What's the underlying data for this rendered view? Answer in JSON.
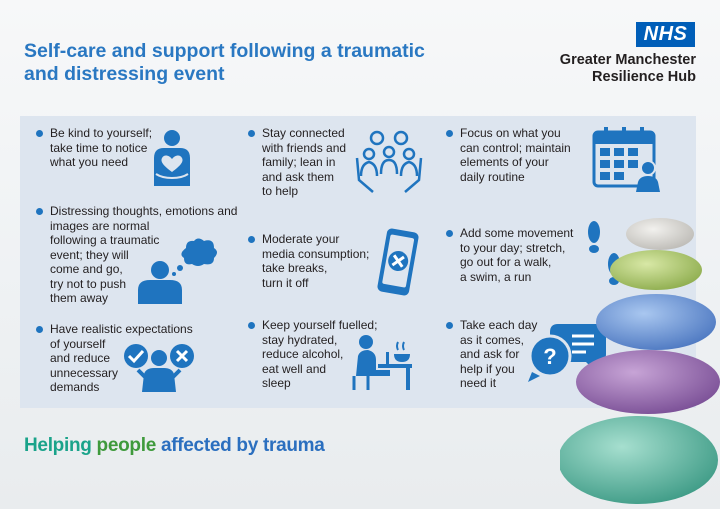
{
  "header": {
    "title": "Self-care and support following a traumatic\nand distressing event",
    "logo_text": "NHS",
    "organisation": "Greater Manchester\nResilience Hub"
  },
  "tips": [
    {
      "text": "Be kind to yourself;\ntake time to notice\nwhat you need",
      "icon": "heart-hands-icon"
    },
    {
      "text": "Stay connected\nwith friends and\nfamily; lean in\nand ask them\nto help",
      "icon": "family-hands-icon"
    },
    {
      "text": "Focus on what you\ncan control; maintain\nelements of your\ndaily routine",
      "icon": "calendar-icon"
    },
    {
      "text": "Distressing thoughts, emotions and\nimages are normal\nfollowing a traumatic\nevent; they will\ncome and go,\ntry not to push\nthem away",
      "icon": "thought-bubble-icon"
    },
    {
      "text": "Moderate your\nmedia consumption;\ntake breaks,\nturn it off",
      "icon": "phone-off-icon"
    },
    {
      "text": "Add some movement\nto your day; stretch,\ngo out for a walk,\na swim, a run",
      "icon": "footprints-icon"
    },
    {
      "text": "Have realistic expectations\nof yourself\nand reduce\nunnecessary\ndemands",
      "icon": "check-cross-icon"
    },
    {
      "text": "Keep yourself fuelled;\nstay hydrated,\nreduce alcohol,\neat well and\nsleep",
      "icon": "person-eating-icon"
    },
    {
      "text": "Take each day\nas it comes,\nand ask for\nhelp if you\nneed it",
      "icon": "question-chat-icon"
    }
  ],
  "tagline": {
    "part1": "Helping ",
    "part2": "people ",
    "part3": "affected by trauma"
  },
  "colors": {
    "title_blue": "#2a78c2",
    "icon_blue": "#1f74bf",
    "nhs_blue": "#005eb8",
    "panel": "#dde5ef"
  }
}
